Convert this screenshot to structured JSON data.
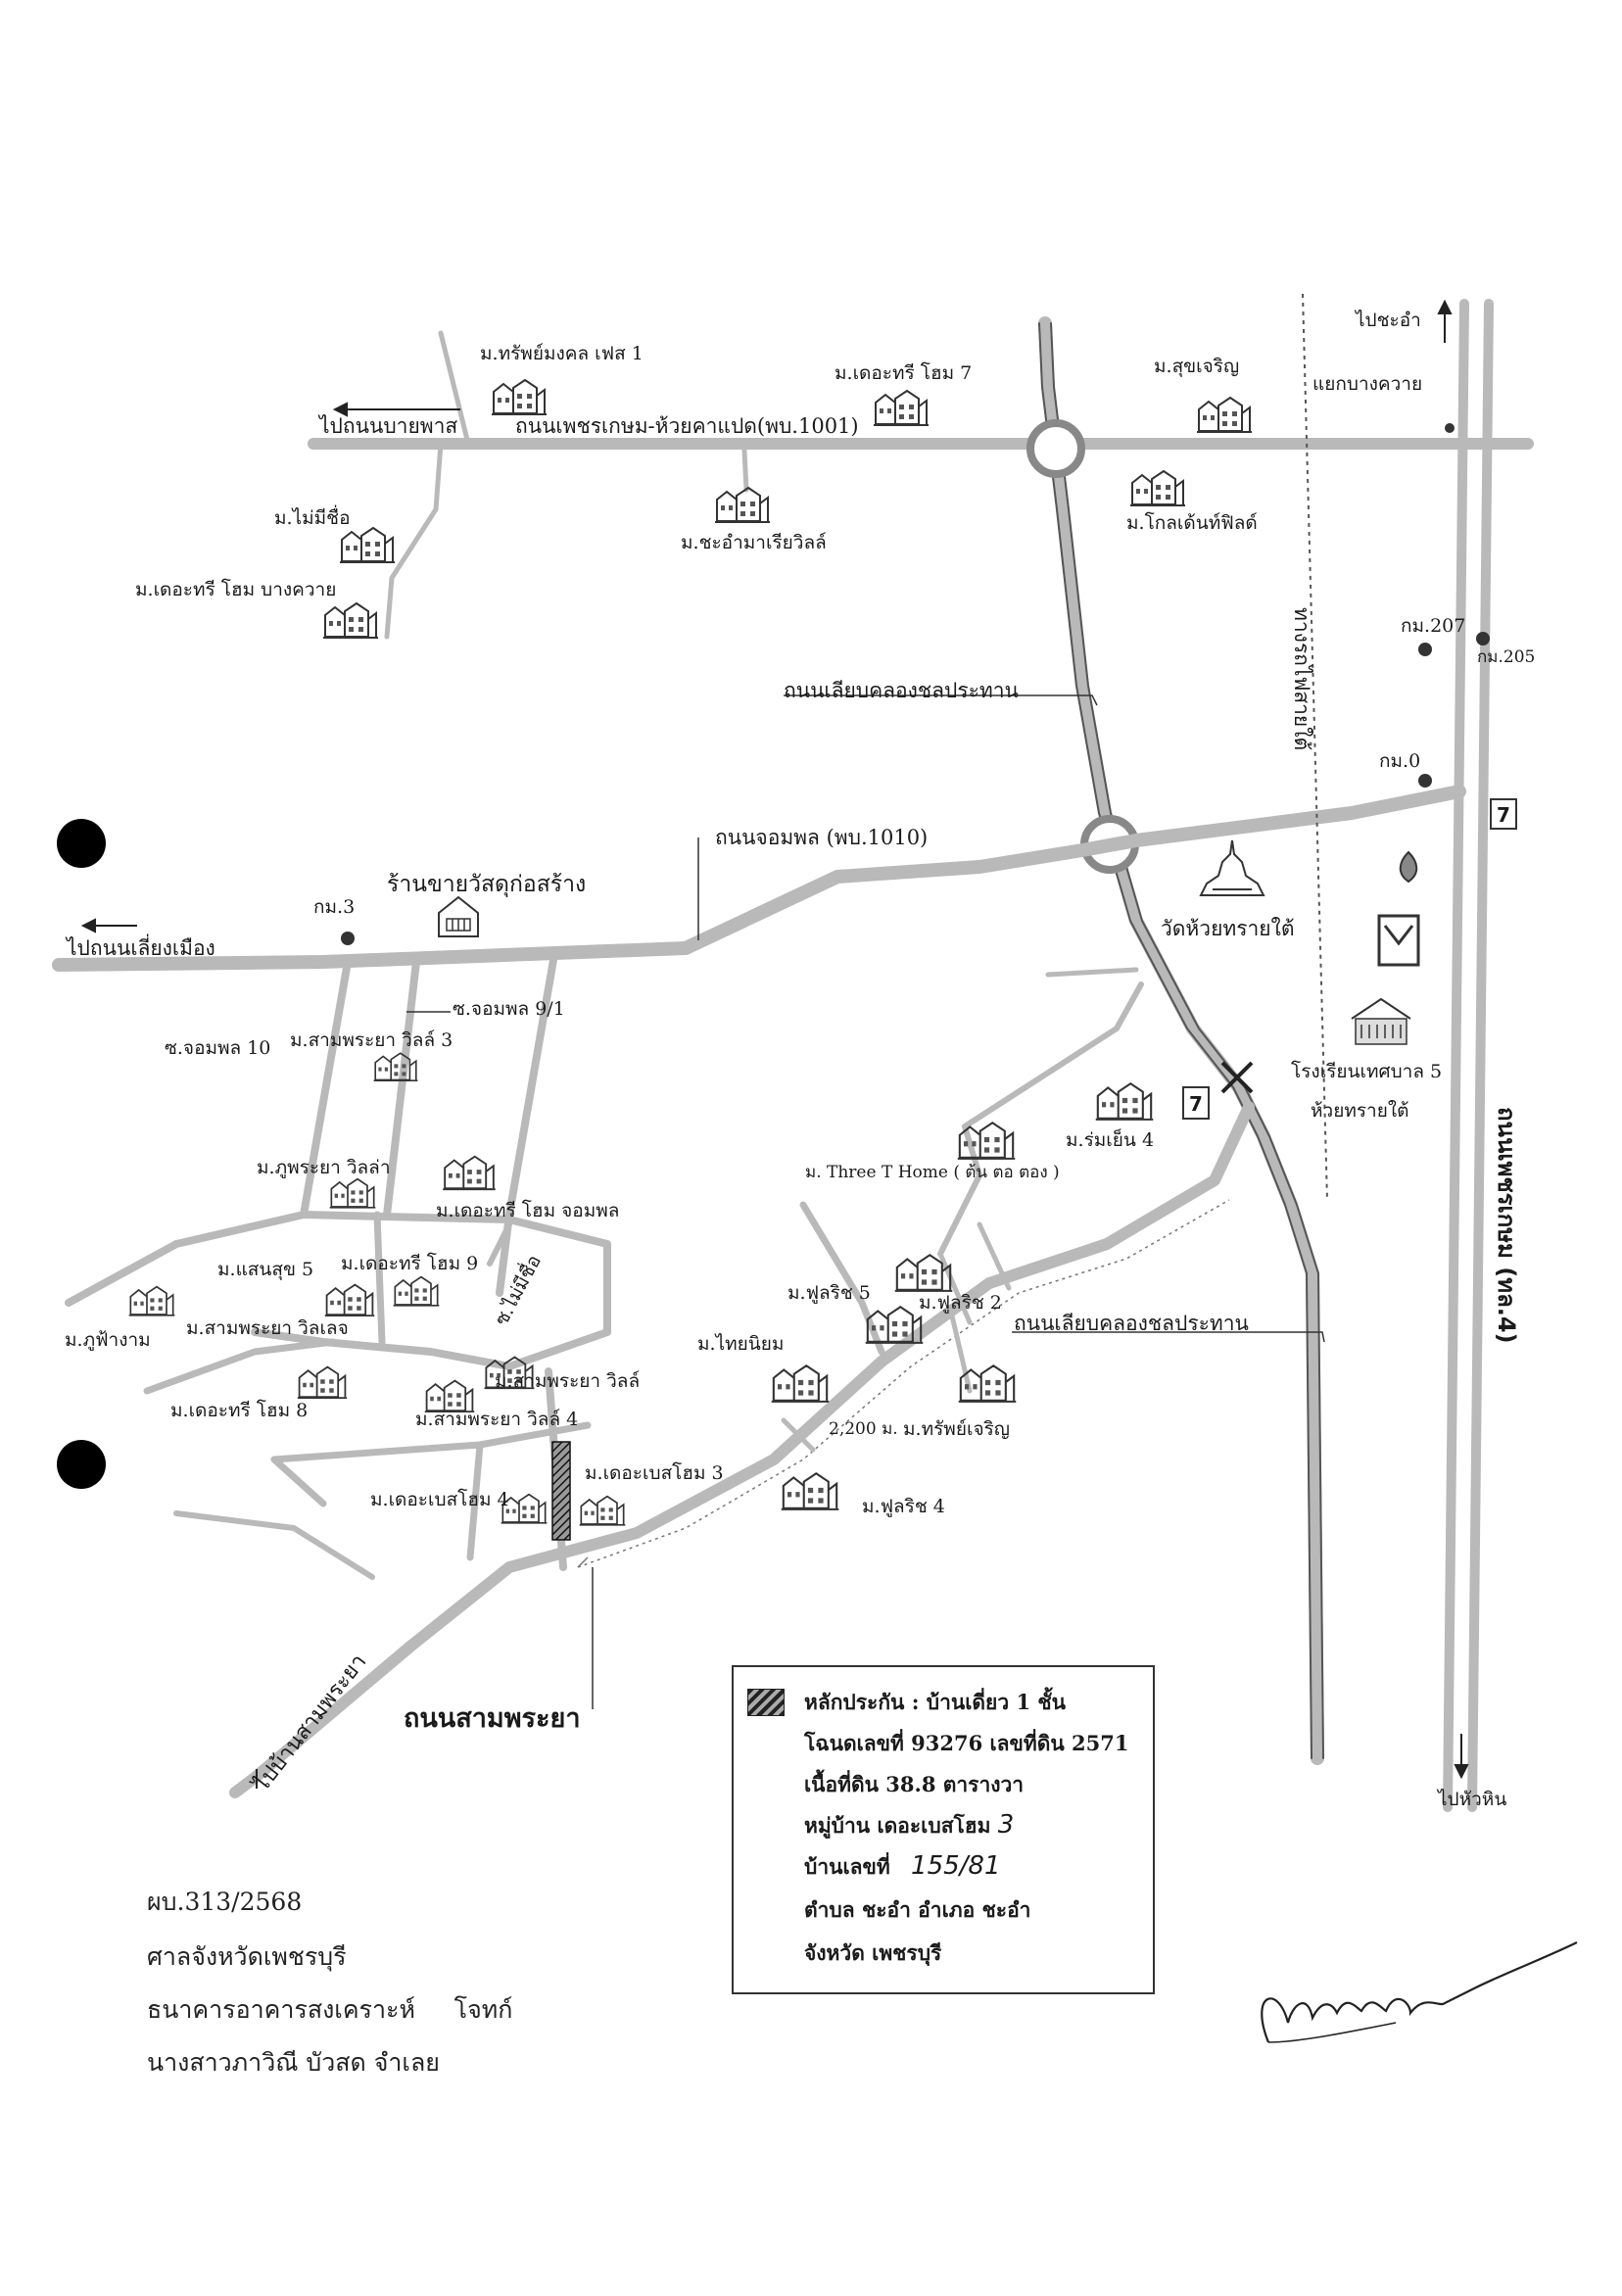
{
  "map": {
    "roads": {
      "phetkasem_huaykhapet": "ถนนเพชรเกษม-ห้วยคาแปด(พบ.1001)",
      "to_bypass": "ไปถนนบายพาส",
      "canal_road_north": "ถนนเลียบคลองชลประทาน",
      "canal_road_south": "ถนนเลียบคลองชลประทาน",
      "chompon": "ถนนจอมพล (พบ.1010)",
      "to_city_ring": "ไปถนนเลี่ยงเมือง",
      "soi_chompon_10": "ซ.จอมพล 10",
      "soi_chompon_9_1": "ซ.จอมพล 9/1",
      "soi_no_name": "ซ.ไม่มีชื่อ",
      "samphraya": "ถนนสามพระยา",
      "to_ban_samphraya": "ไปบ้านสามพระยา",
      "phetkasem_vertical": "ถนนเพชรเกษม (ทล.4)",
      "railway": "ทางรถไฟสายใต้",
      "to_chaam": "ไปชะอำ",
      "bang_khwai_junction": "แยกบางควาย",
      "to_huahin": "ไปหัวหิน",
      "distance": "2,200 ม."
    },
    "km_markers": {
      "km207": "กม.207",
      "km205": "กม.205",
      "km0": "กม.0",
      "km3": "กม.3"
    },
    "landmarks": {
      "material_shop": "ร้านขายวัสดุก่อสร้าง",
      "temple": "วัดห้วยทรายใต้",
      "school": "โรงเรียนเทศบาล 5",
      "huaysai_tai": "ห้วยทรายใต้"
    },
    "villages": {
      "v01": "ม.ทรัพย์มงคล เฟส 1",
      "v02": "ม.เดอะทรี โฮม 7",
      "v03": "ม.สุขเจริญ",
      "v04": "ม.ไม่มีชื่อ",
      "v05": "ม.เดอะทรี โฮม บางควาย",
      "v06": "ม.ชะอำมาเรียวิลล์",
      "v07": "ม.โกลเด้นท์ฟิลด์",
      "v08": "ม.สามพระยา วิลล์ 3",
      "v09": "ม.ภูพระยา วิลล่า",
      "v10": "ม.เดอะทรี โฮม จอมพล",
      "v11": "ม.แสนสุข 5",
      "v12": "ม.เดอะทรี โฮม 9",
      "v13": "ม.ภูฟ้างาม",
      "v14": "ม.สามพระยา วิลเลจ",
      "v15": "ม.เดอะทรี โฮม 8",
      "v16": "ม.สามพระยา วิลล์",
      "v17": "ม.สามพระยา วิลล์ 4",
      "v18": "ม.เดอะเบสโฮม 4",
      "v19": "ม.เดอะเบสโฮม 3",
      "v20": "ม.ร่มเย็น 4",
      "v21": "ม. Three T Home ( ต้น ตอ ตอง )",
      "v22": "ม.ฟูลริช 5",
      "v23": "ม.ฟูลริช 2",
      "v24": "ม.ไทยนิยม",
      "v25": "ม.ทรัพย์เจริญ",
      "v26": "ม.ฟูลริช 4"
    }
  },
  "legend": {
    "line1": "หลักประกัน : บ้านเดี่ยว 1 ชั้น",
    "line2": "โฉนดเลขที่ 93276 เลขที่ดิน 2571",
    "line3": "เนื้อที่ดิน 38.8 ตารางวา",
    "line4_label": "หมู่บ้าน เดอะเบสโฮม",
    "line4_value": "3",
    "line5_label": "บ้านเลขที่",
    "line5_value": "155/81",
    "line6": "ตำบล ชะอำ อำเภอ ชะอำ",
    "line7": "จังหวัด เพชรบุรี"
  },
  "footer": {
    "case_no": "ผบ.313/2568",
    "court": "ศาลจังหวัดเพชรบุรี",
    "plaintiff": "ธนาคารอาคารสงเคราะห์     โจทก์",
    "defendant": "นางสาวภาวิณี บัวสด จำเลย"
  }
}
